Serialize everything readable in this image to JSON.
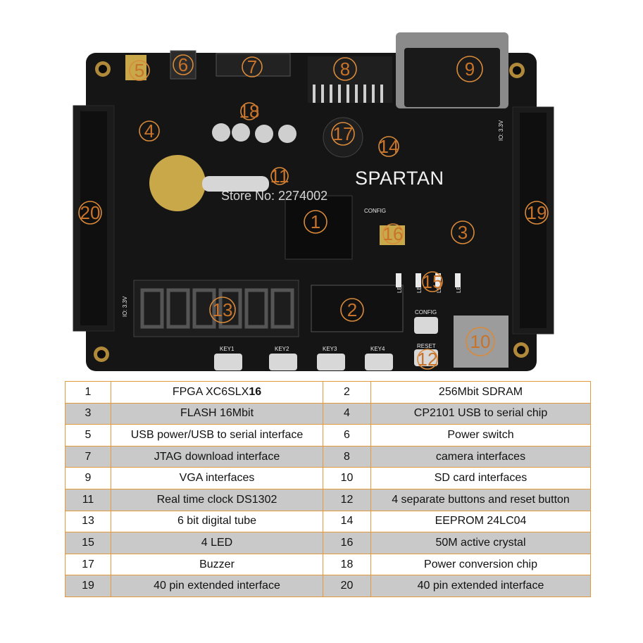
{
  "board": {
    "brand_text": "SPARTAN",
    "watermark_text": "Store No: 2274002",
    "config_label": "CONFIG",
    "config_label_small": "CONFIG",
    "reset_label": "RESET",
    "io_label_left": "IO: 3.3V",
    "io_label_right": "IO: 3.3V",
    "key_labels": [
      "KEY1",
      "KEY2",
      "KEY3",
      "KEY4"
    ],
    "led_labels": [
      "LED0",
      "LED1",
      "LED2",
      "LED3"
    ],
    "markers": [
      "1",
      "2",
      "3",
      "4",
      "5",
      "6",
      "7",
      "8",
      "9",
      "10",
      "11",
      "12",
      "13",
      "14",
      "15",
      "16",
      "17",
      "18",
      "19",
      "20"
    ]
  },
  "legend": {
    "rows": [
      {
        "num_a": "1",
        "desc_a": "FPGA XC6SLX",
        "desc_a_suffix": "16",
        "num_b": "2",
        "desc_b": "256Mbit SDRAM"
      },
      {
        "num_a": "3",
        "desc_a": "FLASH 16Mbit",
        "desc_a_suffix": "",
        "num_b": "4",
        "desc_b": "CP2101 USB to serial chip"
      },
      {
        "num_a": "5",
        "desc_a": "USB power/USB to serial interface",
        "desc_a_suffix": "",
        "num_b": "6",
        "desc_b": "Power switch"
      },
      {
        "num_a": "7",
        "desc_a": "JTAG download interface",
        "desc_a_suffix": "",
        "num_b": "8",
        "desc_b": "camera interfaces"
      },
      {
        "num_a": "9",
        "desc_a": "VGA interfaces",
        "desc_a_suffix": "",
        "num_b": "10",
        "desc_b": "SD card interfaces"
      },
      {
        "num_a": "11",
        "desc_a": "Real time clock DS1302",
        "desc_a_suffix": "",
        "num_b": "12",
        "desc_b": "4 separate buttons and reset button"
      },
      {
        "num_a": "13",
        "desc_a": "6 bit digital tube",
        "desc_a_suffix": "",
        "num_b": "14",
        "desc_b": "EEPROM 24LC04"
      },
      {
        "num_a": "15",
        "desc_a": "4 LED",
        "desc_a_suffix": "",
        "num_b": "16",
        "desc_b": "50M active crystal"
      },
      {
        "num_a": "17",
        "desc_a": "Buzzer",
        "desc_a_suffix": "",
        "num_b": "18",
        "desc_b": "Power conversion chip"
      },
      {
        "num_a": "19",
        "desc_a": "40 pin extended interface",
        "desc_a_suffix": "",
        "num_b": "20",
        "desc_b": "40 pin extended interface"
      }
    ]
  },
  "colors": {
    "marker": "#d98a3a",
    "pcb": "#141414",
    "table_border": "#e39a3e",
    "table_alt_row": "#c9c9c9"
  }
}
